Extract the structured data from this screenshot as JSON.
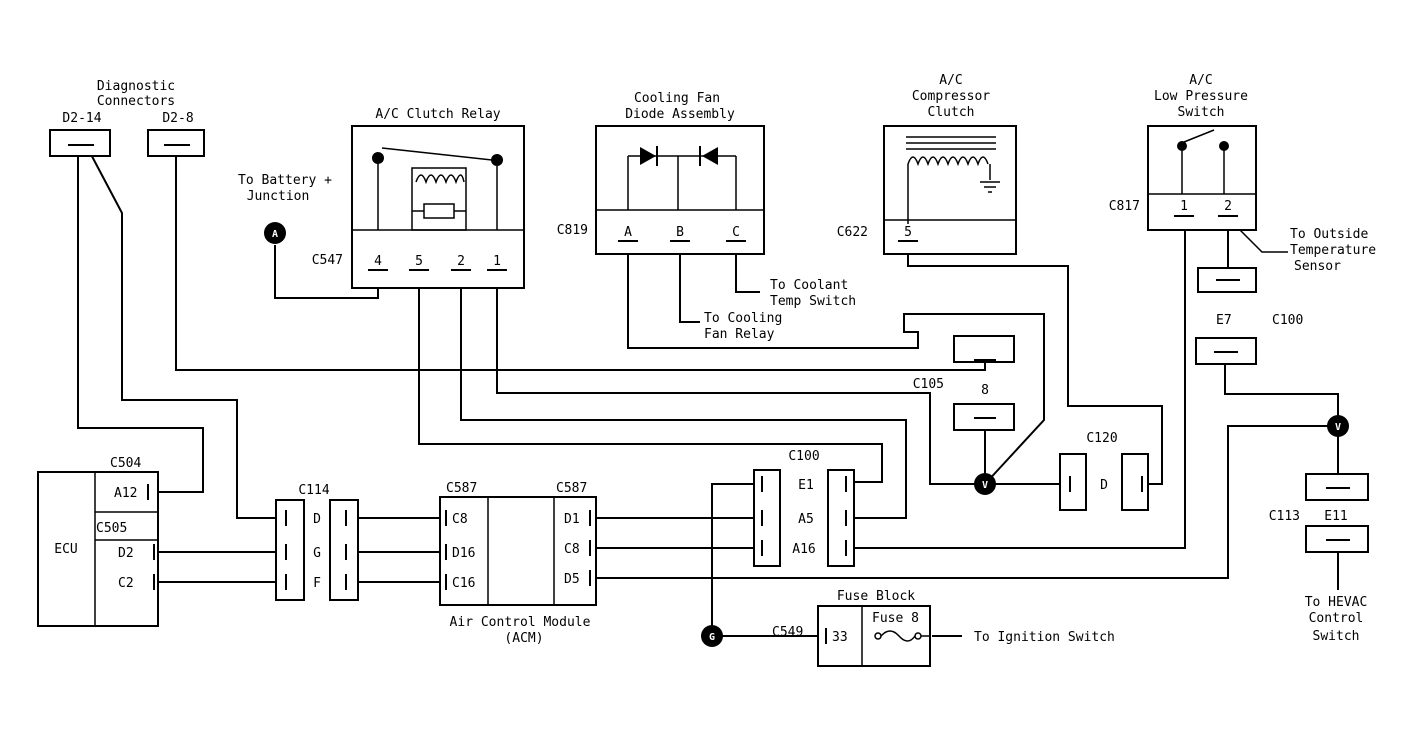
{
  "diagnostic": {
    "title": [
      "Diagnostic",
      "Connectors"
    ],
    "d2_14": "D2-14",
    "d2_8": "D2-8"
  },
  "battery": {
    "label": [
      "To Battery +",
      "Junction"
    ],
    "node": "A"
  },
  "relay": {
    "title": "A/C Clutch Relay",
    "connector": "C547",
    "pins": [
      "4",
      "5",
      "2",
      "1"
    ]
  },
  "diode": {
    "title": [
      "Cooling Fan",
      "Diode Assembly"
    ],
    "connector": "C819",
    "pins": [
      "A",
      "B",
      "C"
    ],
    "to_coolant": [
      "To Coolant",
      "Temp Switch"
    ],
    "to_fan_relay": [
      "To Cooling",
      "Fan Relay"
    ]
  },
  "compressor": {
    "title": [
      "A/C",
      "Compressor",
      "Clutch"
    ],
    "connector": "C622",
    "pin": "5"
  },
  "lowpressure": {
    "title": [
      "A/C",
      "Low Pressure",
      "Switch"
    ],
    "connector": "C817",
    "pins": [
      "1",
      "2"
    ],
    "to_outside": [
      "To Outside",
      "Temperature",
      "Sensor"
    ]
  },
  "ecu": {
    "label": "ECU",
    "c504": "C504",
    "c505": "C505",
    "pins": {
      "a12": "A12",
      "d2": "D2",
      "c2": "C2"
    }
  },
  "c114": {
    "label": "C114",
    "pins": [
      "D",
      "G",
      "F"
    ]
  },
  "acm": {
    "c587_left": "C587",
    "c587_right": "C587",
    "left_pins": [
      "C8",
      "D16",
      "C16"
    ],
    "right_pins": [
      "D1",
      "C8",
      "D5"
    ],
    "label": [
      "Air Control Module",
      "(ACM)"
    ]
  },
  "c100_mid": {
    "label": "C100",
    "pins": [
      "E1",
      "A5",
      "A16"
    ]
  },
  "c105": {
    "label": "C105",
    "pin": "8"
  },
  "c120": {
    "label": "C120",
    "pin": "D"
  },
  "c100_right": {
    "label": "C100",
    "pin": "E7"
  },
  "c113": {
    "label": "C113",
    "pin": "E11"
  },
  "nodes": {
    "v1": "V",
    "v2": "V",
    "g": "G"
  },
  "fuse": {
    "title": "Fuse Block",
    "fuse": "Fuse 8",
    "connector": "C549",
    "pin": "33",
    "to_ignition": "To Ignition Switch"
  },
  "hevac": [
    "To HEVAC",
    "Control",
    "Switch"
  ]
}
